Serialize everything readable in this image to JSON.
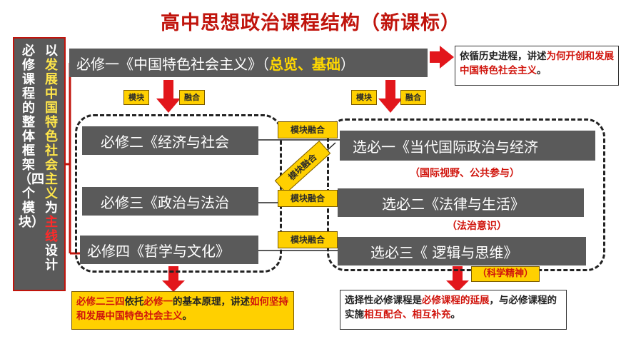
{
  "title": "高中思想政治课程结构（新课标）",
  "vertical_label": {
    "col_left": "必修课程的整体框架（四个模块）",
    "col_right": [
      {
        "t": "以",
        "c": "w"
      },
      {
        "t": "发展中国特色社会主义",
        "c": "y"
      },
      {
        "t": "为",
        "c": "w"
      },
      {
        "t": "主线",
        "c": "r"
      },
      {
        "t": "设计",
        "c": "w"
      }
    ]
  },
  "compulsory": {
    "m1": {
      "main": "必修一《中国特色社会主义》（",
      "emph": "总览、基础",
      "end": "）"
    },
    "m2": "必修二《经济与社会",
    "m3": "必修三《政治与法治",
    "m4": "必修四《哲学与文化》"
  },
  "elective": {
    "e1": "选必一《当代国际政治与经济",
    "e1_note": "（国际视野、公共参与）",
    "e2": "选必二《法律与生活》",
    "e2_note": "（法治意识）",
    "e3": "选必三《 逻辑与思维》",
    "e3_note": "（科学精神）"
  },
  "tags": {
    "left_a": "模块",
    "left_b": "融合",
    "right_a": "模块",
    "right_b": "融合",
    "fuse1": "模块融合",
    "fuse_diag": "模块融合",
    "fuse2": "模块融合",
    "fuse3": "模块融合"
  },
  "notes": {
    "top_right": [
      {
        "t": "依循历史进程，讲述",
        "c": "k"
      },
      {
        "t": "为何开创和发展中国特色社会主义",
        "c": "r"
      },
      {
        "t": "。",
        "c": "k"
      }
    ],
    "bottom_left": [
      {
        "t": "必修二三四",
        "c": "r"
      },
      {
        "t": "依托",
        "c": "k"
      },
      {
        "t": "必修一",
        "c": "r"
      },
      {
        "t": "的基本原理，讲述",
        "c": "k"
      },
      {
        "t": "如何坚持和发展中国特色社会主义",
        "c": "r"
      },
      {
        "t": "。",
        "c": "k"
      }
    ],
    "bottom_right": [
      {
        "t": "选择性必修课程是",
        "c": "k"
      },
      {
        "t": "必修课程的延展",
        "c": "r"
      },
      {
        "t": "，与必修课程的实施",
        "c": "k"
      },
      {
        "t": "相互配合、相互补充",
        "c": "r"
      },
      {
        "t": "。",
        "c": "k"
      }
    ]
  },
  "colors": {
    "accent_red": "#c0140c",
    "box_gray": "#5a5a5a",
    "tag_yellow": "#ffd000",
    "note_bg_left": "#ffd000"
  }
}
